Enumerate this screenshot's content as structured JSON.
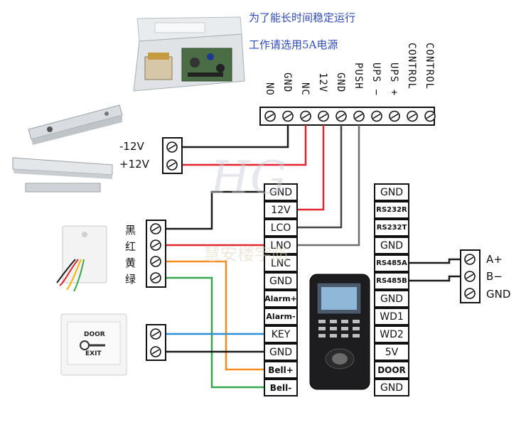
{
  "notes": {
    "line1": "为了能长时间稳定运行",
    "line2": "工作请选用5A电源"
  },
  "power_terminals": [
    "NO",
    "GND",
    "NC",
    "12V",
    "GND",
    "PUSH",
    "UPS −",
    "UPS +",
    "CONTROL",
    "CONTROL"
  ],
  "lock_terminals": [
    "-12V",
    "+12V"
  ],
  "controller_left": [
    "GND",
    "12V",
    "LCO",
    "LNO",
    "LNC",
    "GND",
    "Alarm+",
    "Alarm-",
    "KEY",
    "GND",
    "Bell+",
    "Bell-"
  ],
  "controller_right": [
    "GND",
    "RS232R",
    "RS232T",
    "GND",
    "RS485A",
    "RS485B",
    "GND",
    "WD1",
    "WD2",
    "5V",
    "DOOR",
    "GND"
  ],
  "sensor_colors": [
    "黑",
    "红",
    "黄",
    "绿"
  ],
  "rs485_labels": [
    "A+",
    "B−",
    "GND"
  ],
  "exit_button": {
    "line1": "DOOR",
    "line2": "EXIT"
  },
  "watermark": {
    "logo": "HG",
    "text": "慧安楼宇防"
  },
  "colors": {
    "wire_black": "#1a1a1a",
    "wire_red": "#e0262c",
    "wire_gray": "#6e6e6e",
    "wire_orange": "#f28a20",
    "wire_green": "#37a64a",
    "wire_blue": "#2e8fd6",
    "note_blue": "#2f4bb7"
  }
}
